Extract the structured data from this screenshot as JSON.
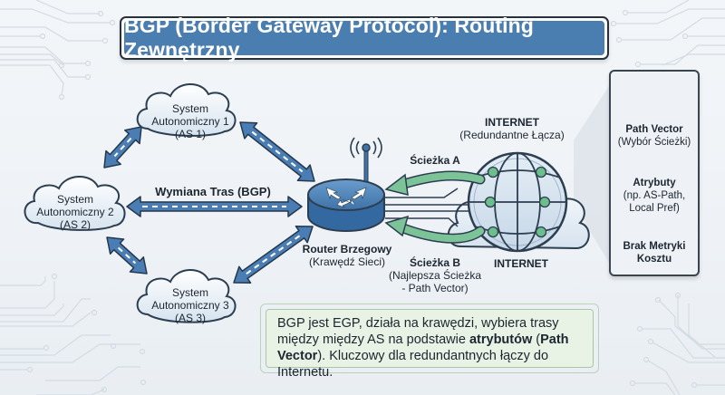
{
  "title": "BGP (Border Gateway Protocol): Routing Zewnętrzny",
  "nodes": {
    "as1": {
      "line1": "System",
      "line2": "Autonomiczny 1",
      "line3": "(AS 1)"
    },
    "as2": {
      "line1": "System",
      "line2": "Autonomiczny 2",
      "line3": "(AS 2)"
    },
    "as3": {
      "line1": "System",
      "line2": "Autonomiczny 3",
      "line3": "(AS 3)"
    },
    "router": {
      "name": "Router Brzegowy",
      "sub": "(Krawędź Sieci)"
    },
    "internet_top": {
      "name": "INTERNET",
      "sub": "(Redundantne Łącza)"
    },
    "internet_bottom": {
      "name": "INTERNET"
    }
  },
  "edges": {
    "route_exchange": "Wymiana Tras (BGP)",
    "path_a": "Ścieżka A",
    "path_b": {
      "name": "Ścieżka B",
      "sub1": "(Najlepsza Ścieżka",
      "sub2": "- Path Vector)"
    }
  },
  "panel": {
    "icon": "gear-icon",
    "step1_title": "Path Vector",
    "step1_sub": "(Wybór Ścieżki)",
    "step2_title": "Atrybuty",
    "step2_sub1": "(np. AS-Path,",
    "step2_sub2": "Local Pref)",
    "step3_line1": "Brak Metryki",
    "step3_line2": "Kosztu"
  },
  "note": {
    "part1": "BGP jest EGP, działa na krawędzi, wybiera trasy między między AS na podstawie ",
    "bold1": "atrybutów",
    "part2": " (",
    "bold2": "Path Vector",
    "part3": "). Kluczowy dla redundantnych łączy do Internetu."
  },
  "colors": {
    "accent_blue": "#4a7eb0",
    "arrow_blue": "#4a7db3",
    "path_green": "#6fb88a",
    "node_green": "#5aa97a",
    "note_bg": "#e8f3e6"
  }
}
